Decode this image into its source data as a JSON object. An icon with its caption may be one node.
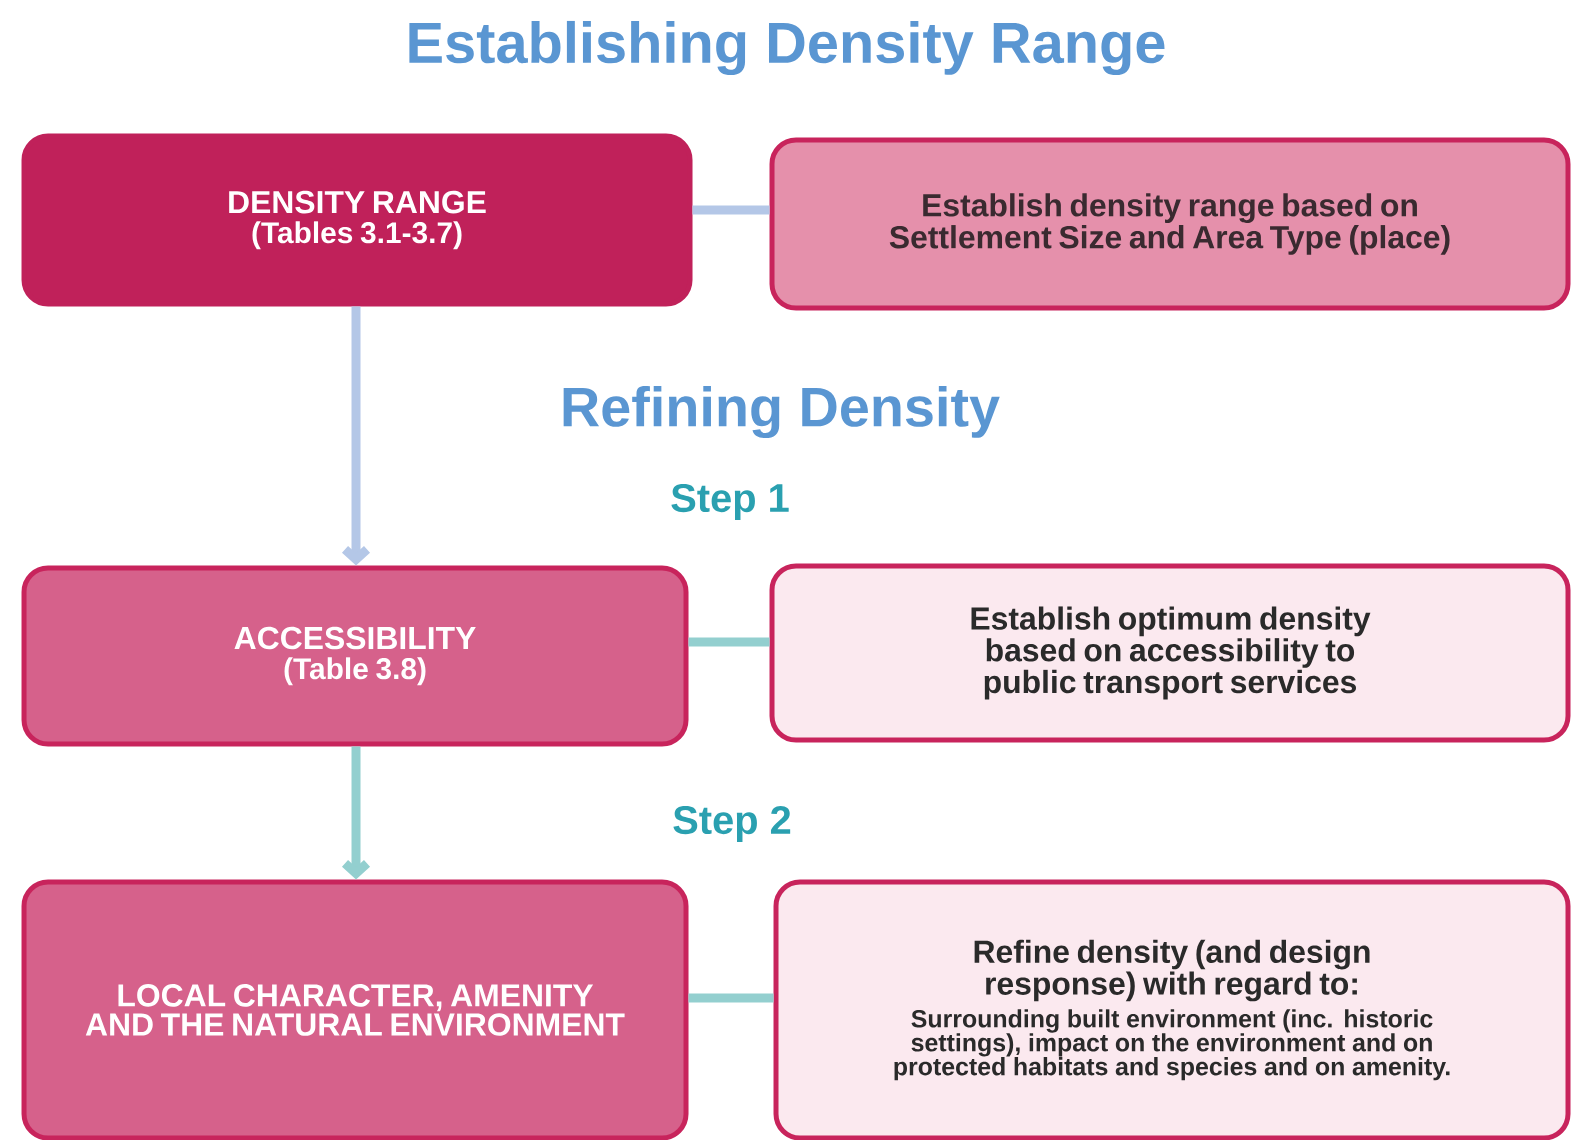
{
  "diagram": {
    "title": "Establishing Density Range",
    "nodes": [
      {
        "text": [
          "DENSITY RANGE",
          "(Tables 3.1-3.7)"
        ]
      },
      {
        "text": [
          "Establish density range based on Settlement Size and Area Type (place)"
        ]
      },
      {
        "text": [
          "ACCESSIBILITY",
          "(Table 3.8)"
        ]
      },
      {
        "text": [
          "Establish optimum density based on accessibility to public transport services"
        ]
      },
      {
        "text": [
          "LOCAL CHARACTER, AMENITY AND THE NATURAL ENVIRONMENT"
        ]
      },
      {
        "text": [
          "Refine density (and design response) with regard to:",
          "Surrounding built environment (inc. historic settings), impact on the environment and on protected habitats and species and on amenity."
        ]
      }
    ],
    "edges": [
      {
        "from": 0,
        "to": 1,
        "arrow": "none",
        "color": "#b4c7e7"
      },
      {
        "from": 0,
        "to": 2,
        "arrow": "to",
        "color": "#b4c7e7"
      },
      {
        "from": 2,
        "to": 3,
        "arrow": "none"
      },
      {
        "from": 2,
        "to": 4,
        "arrow": "to"
      },
      {
        "from": 4,
        "to": 5,
        "arrow": "none"
      }
    ],
    "labels": [
      "Refining Density",
      "Step 1",
      "Step 2"
    ]
  }
}
